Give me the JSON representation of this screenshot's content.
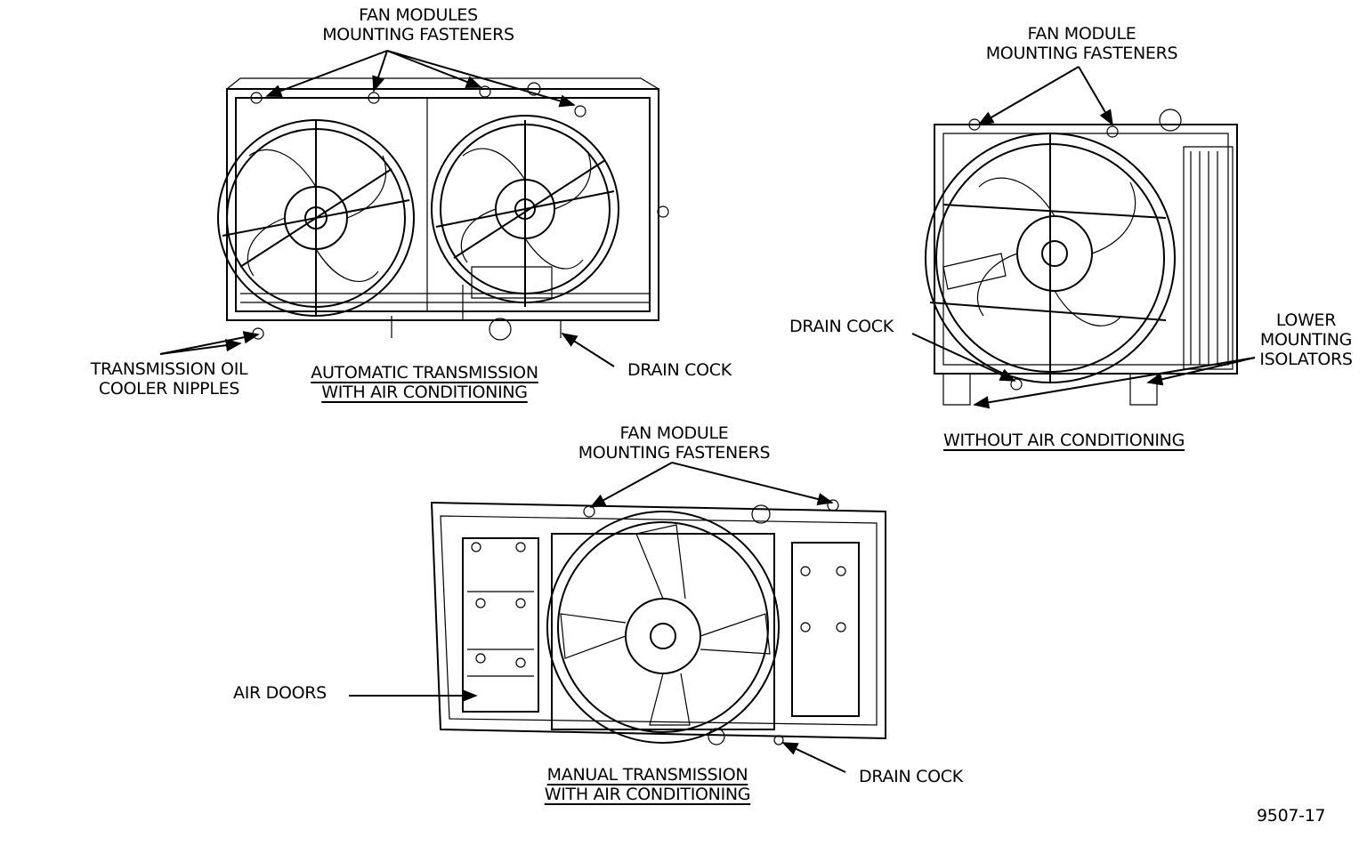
{
  "figure_id": "9507-17",
  "views": {
    "auto_ac": {
      "caption_line1": "AUTOMATIC TRANSMISSION",
      "caption_line2": "WITH AIR CONDITIONING",
      "fasteners_label_line1": "FAN MODULES",
      "fasteners_label_line2": "MOUNTING FASTENERS",
      "nipples_label_line1": "TRANSMISSION OIL",
      "nipples_label_line2": "COOLER NIPPLES",
      "drain_label": "DRAIN COCK"
    },
    "no_ac": {
      "caption": "WITHOUT AIR CONDITIONING",
      "fasteners_label_line1": "FAN MODULE",
      "fasteners_label_line2": "MOUNTING FASTENERS",
      "drain_label": "DRAIN COCK",
      "isolators_label_line1": "LOWER",
      "isolators_label_line2": "MOUNTING",
      "isolators_label_line3": "ISOLATORS"
    },
    "manual_ac": {
      "caption_line1": "MANUAL TRANSMISSION",
      "caption_line2": "WITH AIR CONDITIONING",
      "fasteners_label_line1": "FAN MODULE",
      "fasteners_label_line2": "MOUNTING FASTENERS",
      "air_doors_label": "AIR DOORS",
      "drain_label": "DRAIN COCK"
    }
  }
}
